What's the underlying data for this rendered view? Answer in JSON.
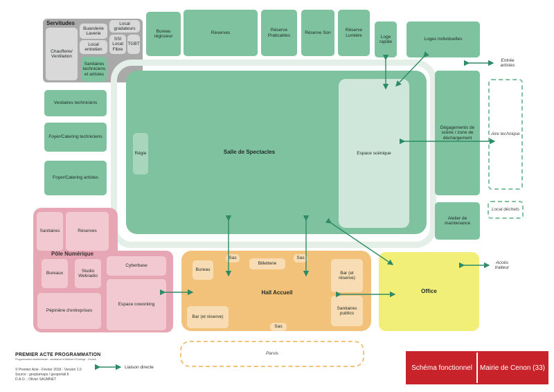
{
  "servitudes": {
    "title": "Servitudes",
    "buanderie": "Buanderie Laverie",
    "local_gradateurs": "Local gradateurs",
    "chaufferie": "Chaufferie/ Ventilation",
    "local_entretien": "Local entretien",
    "ssi": "SSI Local Fibre",
    "tgbt": "TGBT",
    "sanitaires_tech": "Sanitaires techniciens et artistes"
  },
  "top": {
    "bureau_regisseur": "Bureau régisseur",
    "reserves": "Réserves",
    "reserve_praticables": "Réserve Praticables",
    "reserve_son": "Réserve Son",
    "reserve_lumiere": "Réserve Lumière",
    "loge_rapide": "Loge rapide",
    "loges_individuelles": "Loges individuelles"
  },
  "left": {
    "vestiaires": "Vestiaires techniciens",
    "foyer_tech": "Foyer/Catering techniciens",
    "foyer_artistes": "Foyer/Catering artistes"
  },
  "salle": {
    "title": "Salle de Spectacles",
    "regie": "Régie",
    "espace_scenique": "Espace scénique"
  },
  "right": {
    "degagements": "Dégagements de scène / zone de déchargement",
    "aire_technique": "Aire technique",
    "atelier": "Atelier de maintenance",
    "local_dechets": "Local déchets",
    "entree_artistes": "Entrée artistes",
    "acces_traiteur": "Accès traiteur"
  },
  "pole": {
    "title": "Pôle Numérique",
    "sanitaires": "Sanitaires",
    "reserves": "Réserves",
    "bureaux": "Bureaux",
    "studio": "Studio Webradio",
    "cyberbase": "Cyberbase",
    "pepiniere": "Pépinière d'entreprises",
    "coworking": "Espace coworking"
  },
  "hall": {
    "title": "Hall Accueil",
    "bureau": "Bureau",
    "sas_left": "Sas",
    "billetterie": "Billetterie",
    "sas_right": "Sas",
    "bar_right": "Bar (et réserve)",
    "sanitaires_publics": "Sanitaires publics",
    "bar_left": "Bar (et réserve)",
    "sas_bottom": "Sas"
  },
  "office": "Office",
  "parvis": "Parvis",
  "footer": {
    "logo": "PREMIER ACTE PROGRAMMATION",
    "logo_sub": "Programmation architecturale - assistance à Maîtrise d'Ouvrage - Conseil",
    "line1": "© Premier Acte - Février 2018 - Version 1.0",
    "line2": "Source : geoplamaps / geoportail.fr",
    "line3": "D.A.O. : Olivier SAUMNET",
    "legend": "Liaison directe"
  },
  "title_block": {
    "left": "Schéma fonctionnel",
    "right": "Mairie de Cenon (33)"
  },
  "colors": {
    "green": "#7ec2a0",
    "grey": "#a9a9a9",
    "pink": "#e6a6b3",
    "orange": "#f2c27a",
    "yellow": "#f2ef79",
    "red": "#c8232b",
    "arrow": "#2e8b67"
  }
}
